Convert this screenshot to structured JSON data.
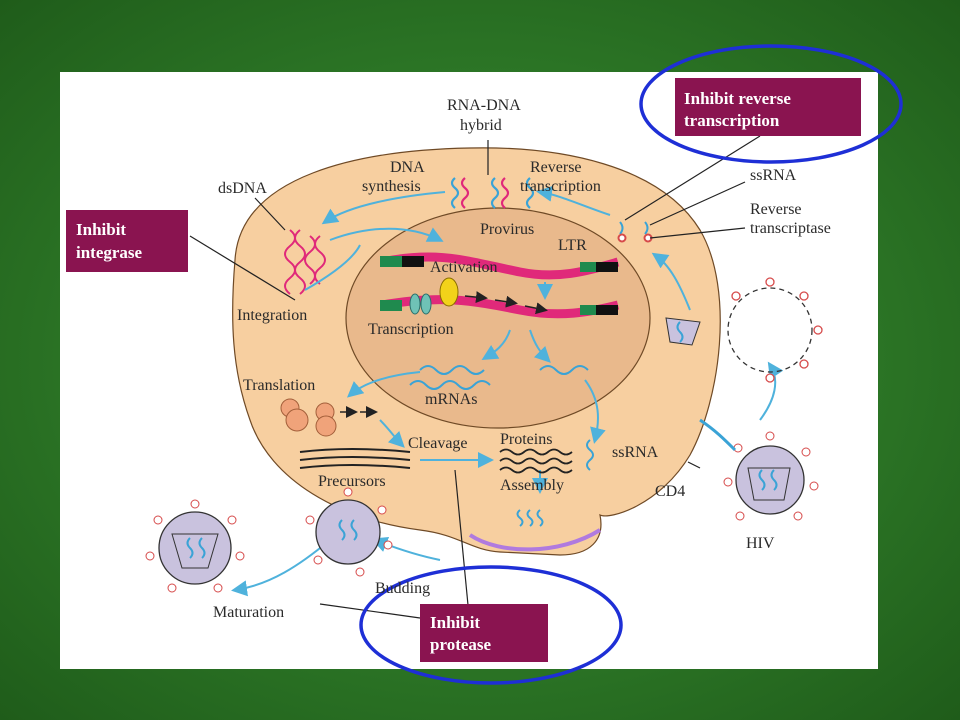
{
  "labels": {
    "rna_dna_hybrid_1": "RNA-DNA",
    "rna_dna_hybrid_2": "hybrid",
    "dna_synthesis_1": "DNA",
    "dna_synthesis_2": "synthesis",
    "reverse_transcription_1": "Reverse",
    "reverse_transcription_2": "transcription",
    "ds_dna": "dsDNA",
    "ss_rna_top": "ssRNA",
    "reverse_transcriptase_1": "Reverse",
    "reverse_transcriptase_2": "transcriptase",
    "provirus": "Provirus",
    "ltr": "LTR",
    "activation": "Activation",
    "transcription": "Transcription",
    "integration": "Integration",
    "translation": "Translation",
    "mrnas": "mRNAs",
    "cleavage": "Cleavage",
    "proteins": "Proteins",
    "ss_rna_mid": "ssRNA",
    "precursors": "Precursors",
    "assembly": "Assembly",
    "cd4": "CD4",
    "hiv": "HIV",
    "budding": "Budding",
    "maturation": "Maturation"
  },
  "callouts": {
    "inhibit_reverse_transcription_1": "Inhibit reverse",
    "inhibit_reverse_transcription_2": "transcription",
    "inhibit_integrase_1": "Inhibit",
    "inhibit_integrase_2": "integrase",
    "inhibit_protease_1": "Inhibit",
    "inhibit_protease_2": "protease"
  },
  "colors": {
    "background_green": "#2c7626",
    "cell": "#f7cfa0",
    "nucleus": "#e9b98c",
    "callout_box": "#8a1450",
    "highlight_ring": "#1e2fd6",
    "rna_strand": "#3aa3d6",
    "dna_strand": "#e0297a",
    "arrow": "#4fb2dc"
  }
}
